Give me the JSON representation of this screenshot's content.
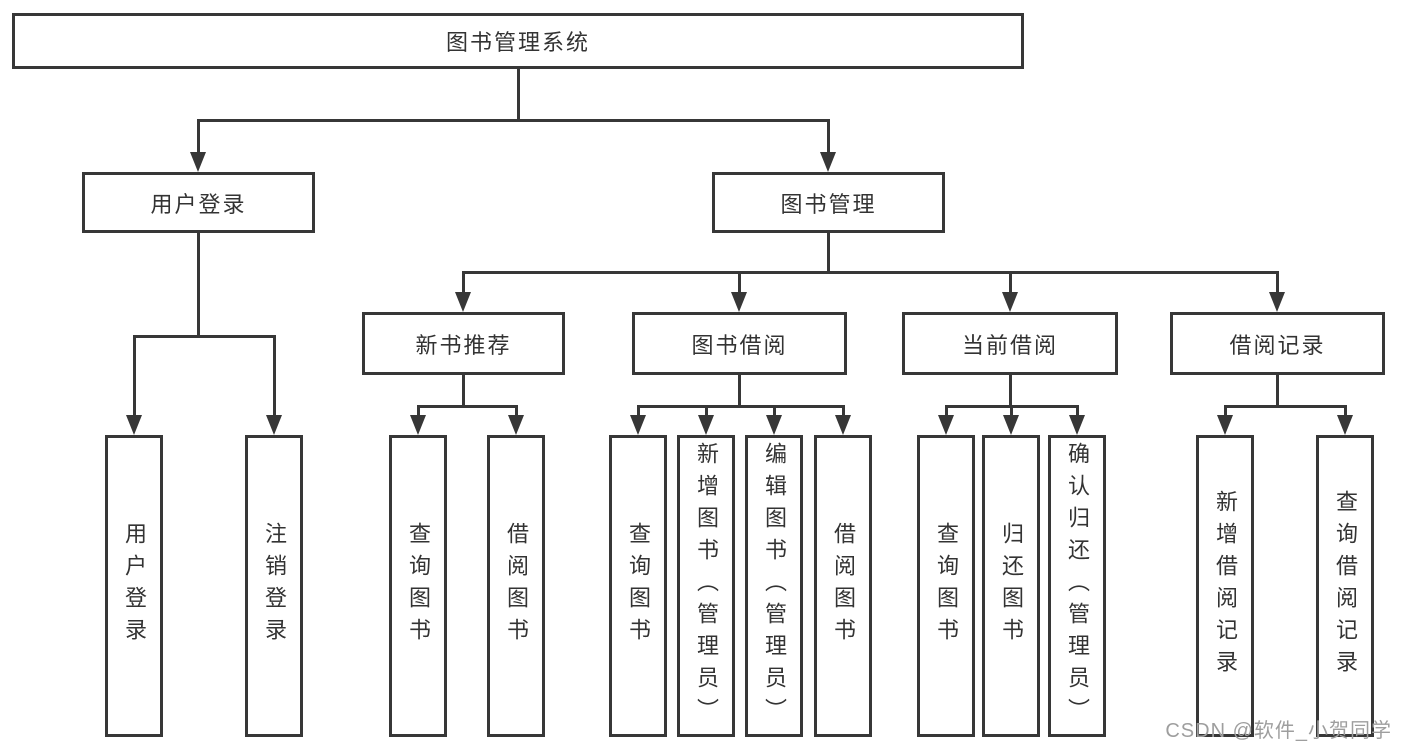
{
  "colors": {
    "line": "#373737",
    "text": "#333333",
    "box_background": "#ffffff",
    "page_background": "#ffffff",
    "watermark": "#9e9e9e"
  },
  "watermark": "CSDN @软件_小贺同学",
  "tree": {
    "label": "图书管理系统",
    "children": [
      {
        "label": "用户登录",
        "children": [
          {
            "label": "用户登录"
          },
          {
            "label": "注销登录"
          }
        ]
      },
      {
        "label": "图书管理",
        "children": [
          {
            "label": "新书推荐",
            "children": [
              {
                "label": "查询图书"
              },
              {
                "label": "借阅图书"
              }
            ]
          },
          {
            "label": "图书借阅",
            "children": [
              {
                "label": "查询图书"
              },
              {
                "label": "新增图书（管理员）"
              },
              {
                "label": "编辑图书（管理员）"
              },
              {
                "label": "借阅图书"
              }
            ]
          },
          {
            "label": "当前借阅",
            "children": [
              {
                "label": "查询图书"
              },
              {
                "label": "归还图书"
              },
              {
                "label": "确认归还（管理员）"
              }
            ]
          },
          {
            "label": "借阅记录",
            "children": [
              {
                "label": "新增借阅记录"
              },
              {
                "label": "查询借阅记录"
              }
            ]
          }
        ]
      }
    ]
  }
}
